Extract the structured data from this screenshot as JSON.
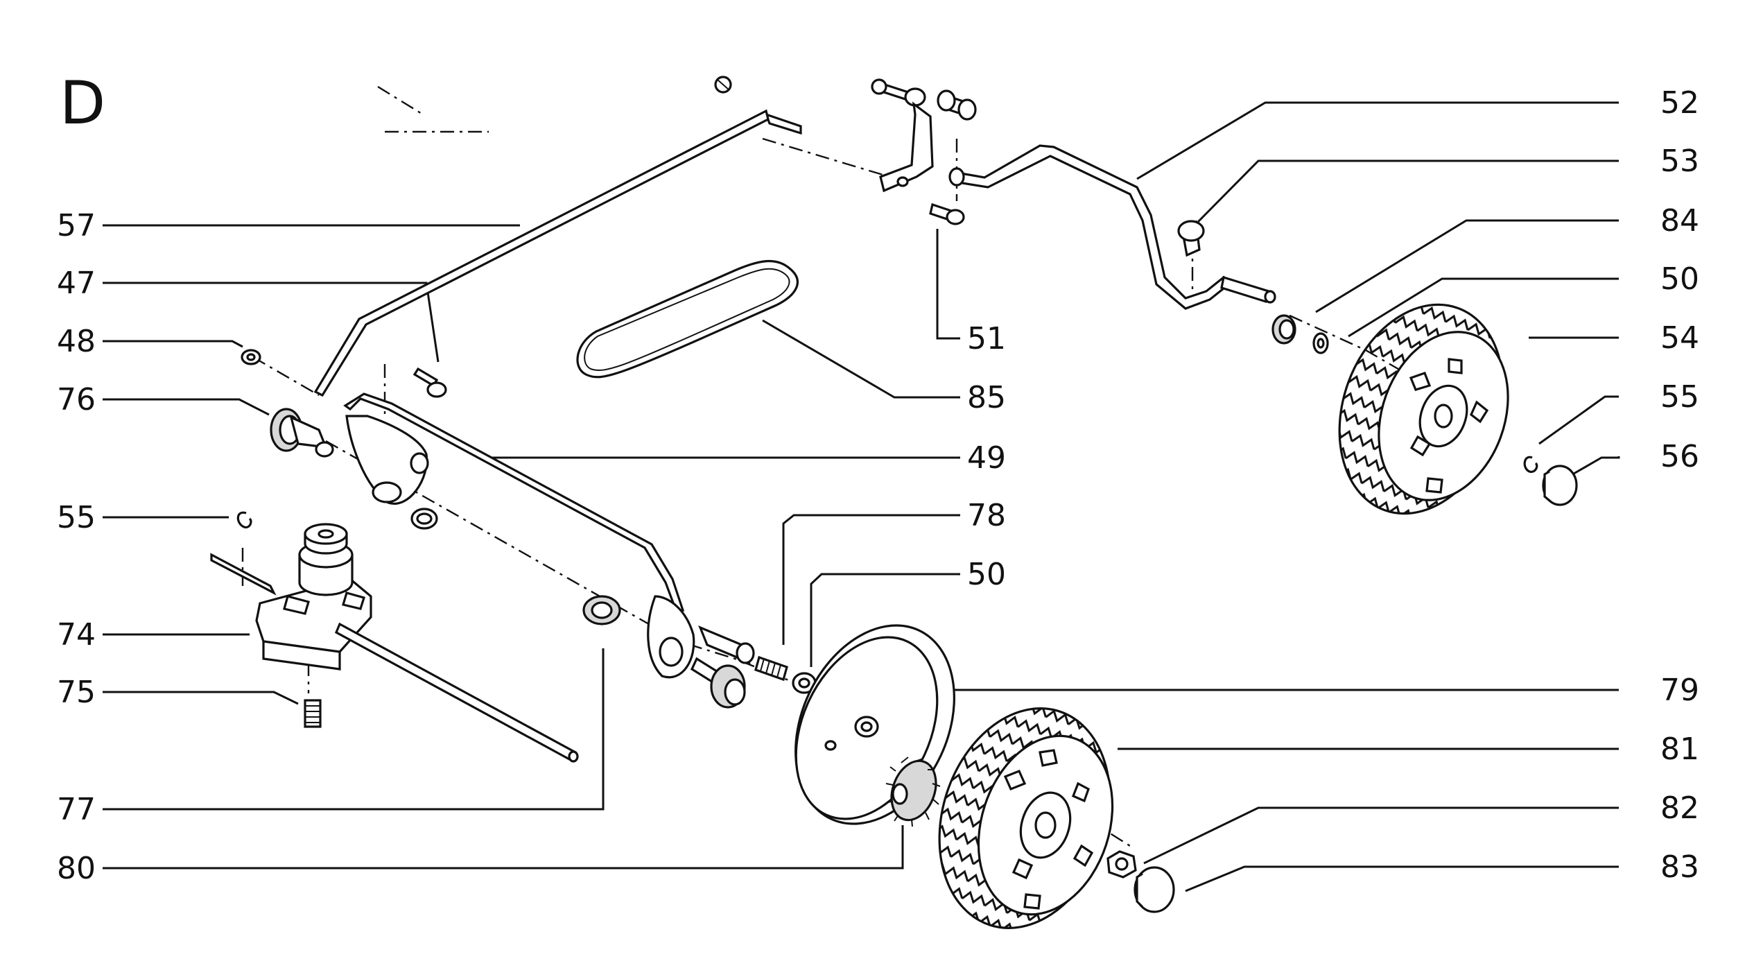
{
  "section_label": "D",
  "callouts": [
    {
      "id": "57",
      "label": "57"
    },
    {
      "id": "47",
      "label": "47"
    },
    {
      "id": "48",
      "label": "48"
    },
    {
      "id": "76",
      "label": "76"
    },
    {
      "id": "55-left",
      "label": "55"
    },
    {
      "id": "74",
      "label": "74"
    },
    {
      "id": "75",
      "label": "75"
    },
    {
      "id": "77",
      "label": "77"
    },
    {
      "id": "80",
      "label": "80"
    },
    {
      "id": "51",
      "label": "51"
    },
    {
      "id": "85",
      "label": "85"
    },
    {
      "id": "49",
      "label": "49"
    },
    {
      "id": "78",
      "label": "78"
    },
    {
      "id": "50-mid",
      "label": "50"
    },
    {
      "id": "52",
      "label": "52"
    },
    {
      "id": "53",
      "label": "53"
    },
    {
      "id": "84",
      "label": "84"
    },
    {
      "id": "50-right",
      "label": "50"
    },
    {
      "id": "54",
      "label": "54"
    },
    {
      "id": "55-right",
      "label": "55"
    },
    {
      "id": "56",
      "label": "56"
    },
    {
      "id": "79",
      "label": "79"
    },
    {
      "id": "81",
      "label": "81"
    },
    {
      "id": "82",
      "label": "82"
    },
    {
      "id": "83",
      "label": "83"
    }
  ]
}
